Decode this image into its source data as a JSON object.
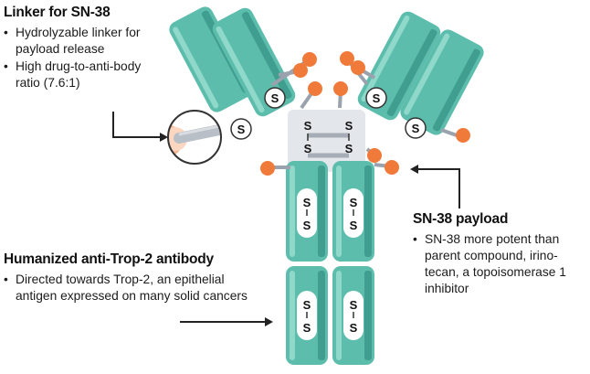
{
  "linker": {
    "heading": "Linker for SN-38",
    "bullets": [
      "Hydrolyzable linker for payload release",
      "High drug-to-anti-body ratio (7.6:1)"
    ]
  },
  "antibody": {
    "heading": "Humanized anti-Trop-2 antibody",
    "bullets": [
      "Directed towards Trop-2, an epithelial antigen expressed on many solid cancers"
    ]
  },
  "payload": {
    "heading": "SN-38 payload",
    "bullets": [
      "SN-38 more potent than parent compound, irino-tecan, a topoisomerase 1 inhibitor"
    ]
  },
  "diagram": {
    "disulfide_letter": "S",
    "colors": {
      "antibody_fill": "#5cbdac",
      "antibody_dark": "#3f9e8f",
      "antibody_light": "#8fd8ca",
      "payload": "#f07a3a",
      "linker": "#9aa2ad",
      "arrow": "#222222"
    }
  }
}
